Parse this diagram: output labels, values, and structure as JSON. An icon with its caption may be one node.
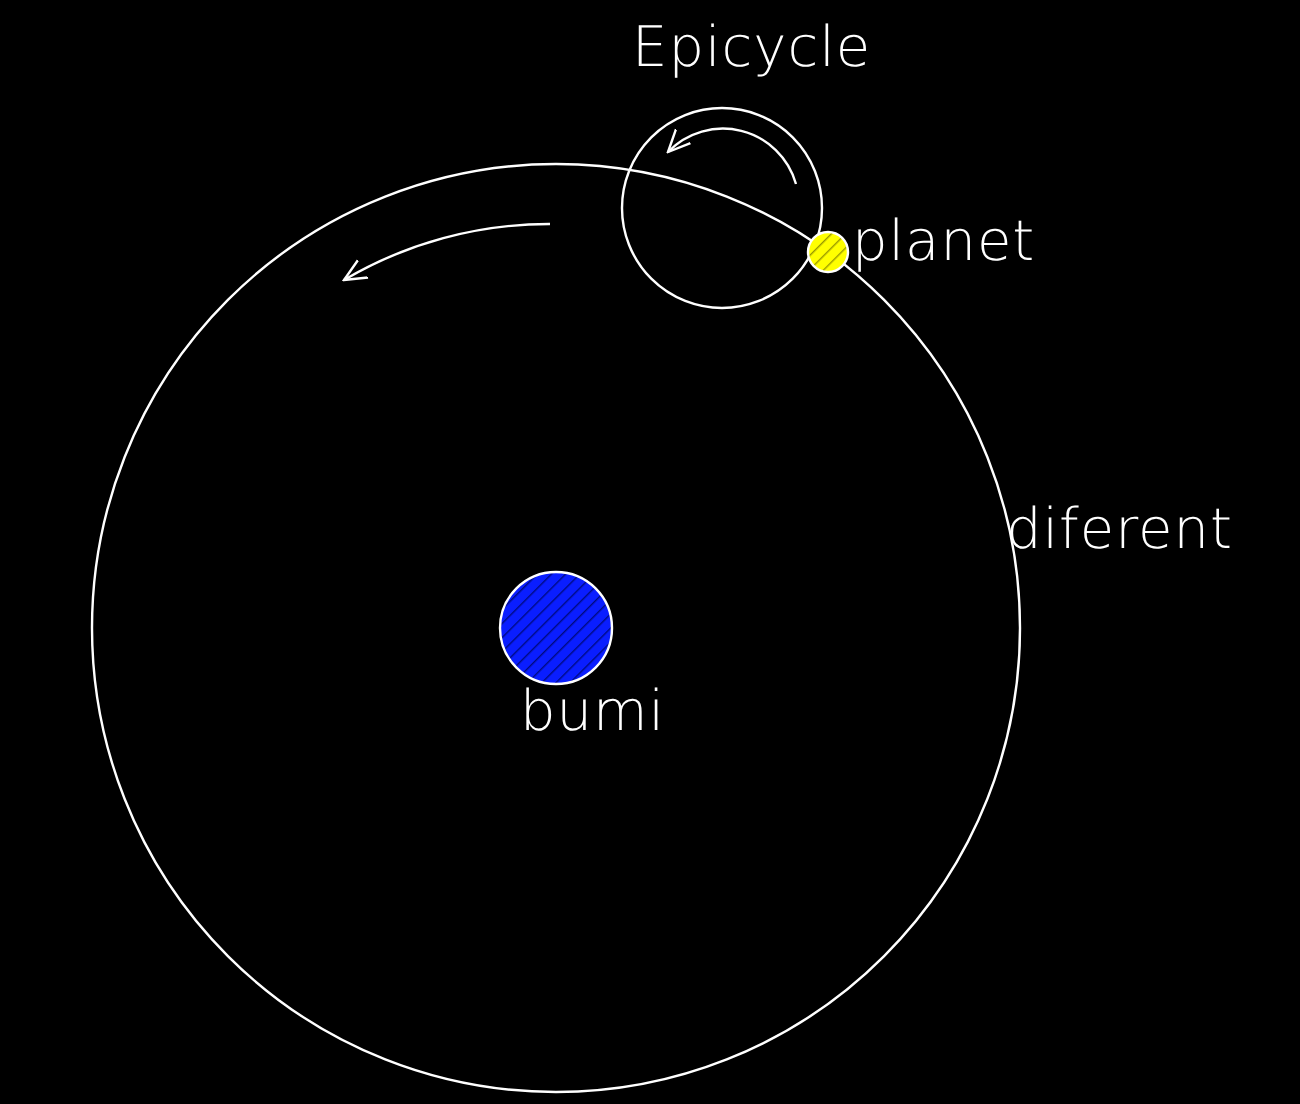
{
  "diagram": {
    "nodes": [
      {
        "text": [],
        "shape": "circle",
        "beside": [
          "diferent"
        ]
      },
      {
        "text": [],
        "shape": "circle",
        "beside": [
          "Epicycle"
        ]
      },
      {
        "text": [],
        "shape": "circle",
        "beside": [
          "planet"
        ]
      },
      {
        "text": [],
        "shape": "circle",
        "in": 0,
        "beside": [
          "bumi"
        ]
      }
    ]
  }
}
